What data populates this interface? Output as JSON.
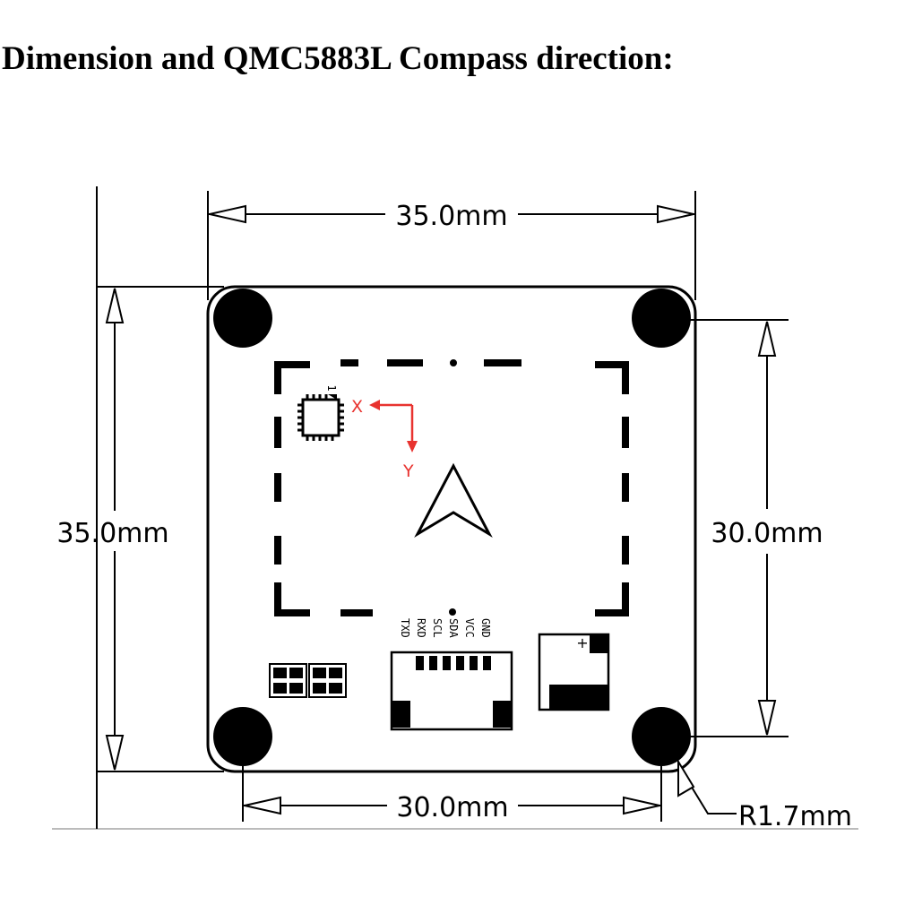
{
  "title": "Dimension and QMC5883L Compass direction:",
  "dimensions": {
    "top_width": "35.0mm",
    "left_height": "35.0mm",
    "right_hole_spacing": "30.0mm",
    "bottom_hole_spacing": "30.0mm",
    "corner_radius": "R1.7mm"
  },
  "compass": {
    "x_label": "X",
    "y_label": "Y",
    "chip_pin1_mark": "1"
  },
  "connector_pins": [
    "TXD",
    "RXD",
    "SCL",
    "SDA",
    "VCC",
    "GND"
  ],
  "component_plus": "+",
  "colors": {
    "axis_arrow": "#e8332f",
    "line": "#000000"
  }
}
